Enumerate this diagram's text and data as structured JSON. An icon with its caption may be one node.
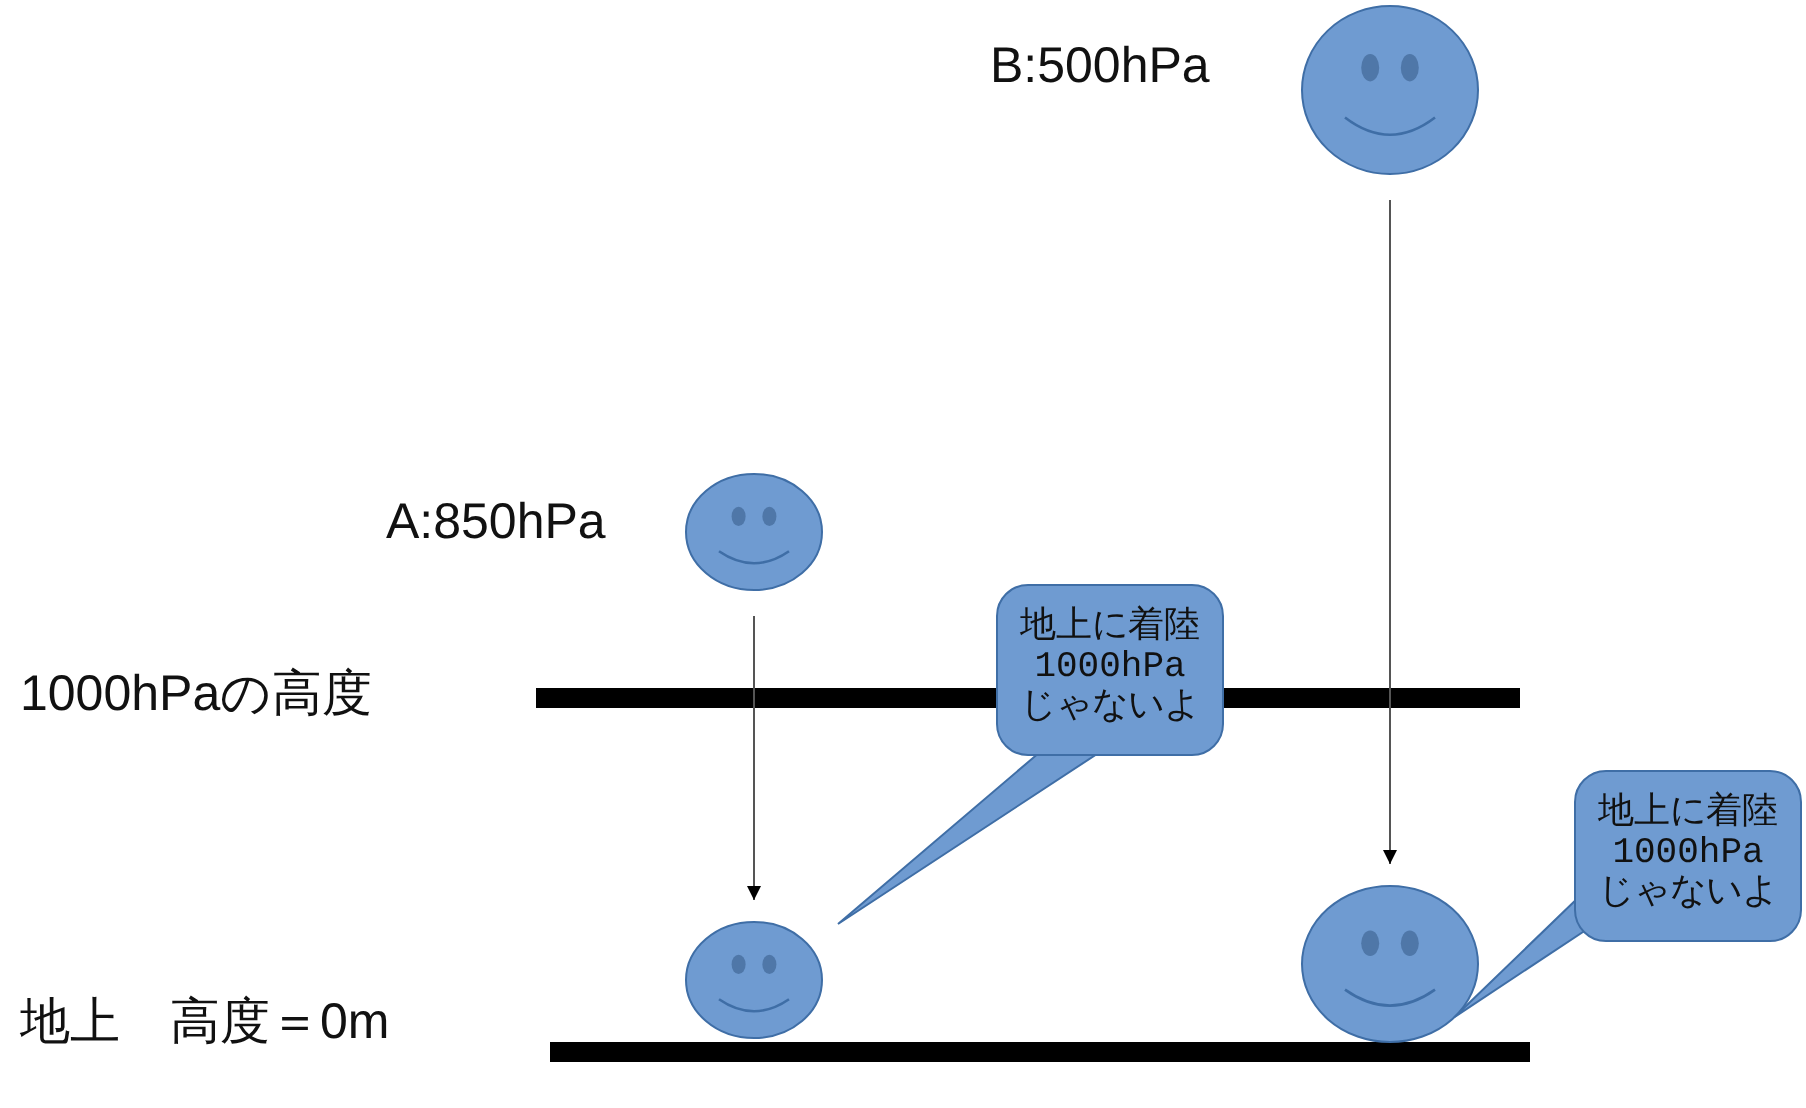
{
  "diagram": {
    "nodes": [
      {
        "text": [],
        "shape": "circle",
        "beside": [
          "B:500hPa"
        ]
      },
      {
        "text": [],
        "shape": "circle",
        "beside": [
          "A:850hPa"
        ]
      },
      {
        "text": [
          "地上に着陸1000hPaじゃないよ"
        ]
      },
      {
        "text": [],
        "shape": "circle"
      },
      {
        "text": [],
        "shape": "circle"
      },
      {
        "text": [
          "地上に着陸1000hPaじゃないよ"
        ]
      }
    ],
    "edges": [
      {
        "from": 1,
        "to": 3,
        "arrow": "to"
      },
      {
        "from": 0,
        "to": 4,
        "arrow": "to"
      },
      {
        "from": 2,
        "to": 3,
        "arrow": "none"
      },
      {
        "from": 5,
        "to": 4,
        "arrow": "none"
      }
    ],
    "labels": [
      "1000hPaの高度",
      "地上　高度＝0m"
    ]
  }
}
